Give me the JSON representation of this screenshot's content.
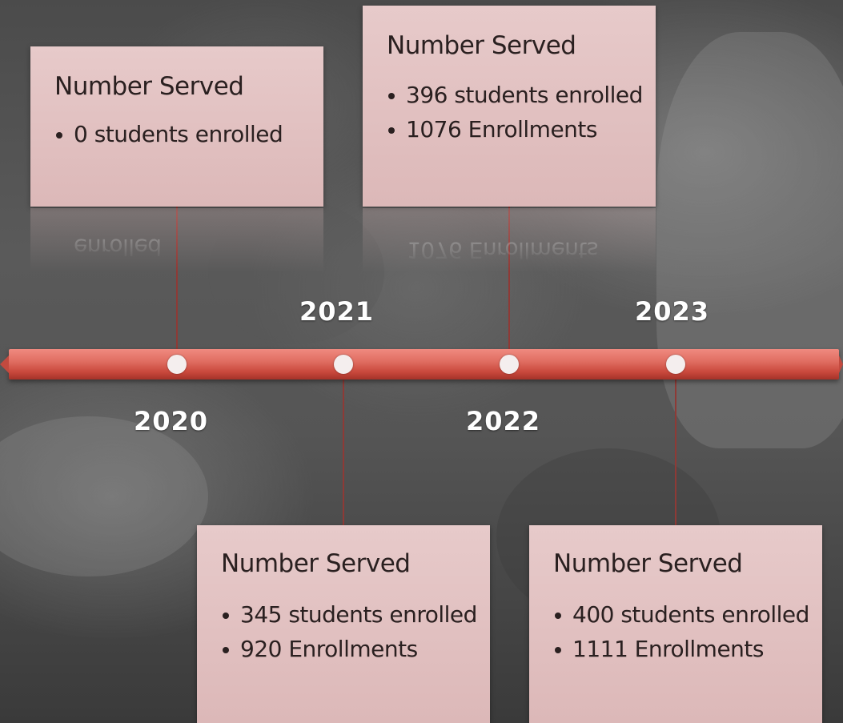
{
  "timeline": {
    "years": [
      "2020",
      "2021",
      "2022",
      "2023"
    ],
    "cards": [
      {
        "title": "Number Served",
        "bullets": [
          "0 students enrolled"
        ]
      },
      {
        "title": "Number Served",
        "bullets": [
          "345 students enrolled",
          "920 Enrollments"
        ]
      },
      {
        "title": "Number Served",
        "bullets": [
          "396 students enrolled",
          "1076 Enrollments"
        ]
      },
      {
        "title": "Number Served",
        "bullets": [
          "400 students enrolled",
          "1111 Enrollments"
        ]
      }
    ],
    "reflections": [
      "enrolled",
      "1076 Enrollments"
    ]
  },
  "colors": {
    "bar": "#d85a4e",
    "card": "#e3c3c3",
    "connector": "#8e3a36",
    "year_text": "#ffffff"
  }
}
